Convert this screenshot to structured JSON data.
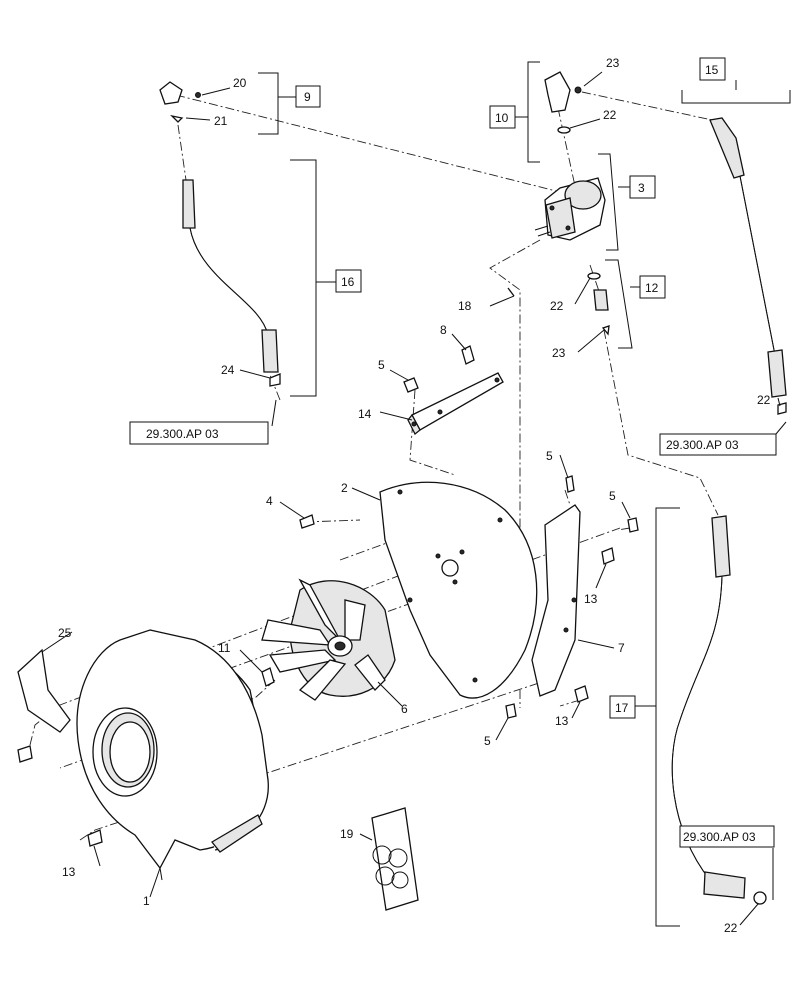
{
  "callouts": {
    "c1": "1",
    "c2": "2",
    "c3": "3",
    "c4": "4",
    "c5a": "5",
    "c5b": "5",
    "c5c": "5",
    "c5d": "5",
    "c6": "6",
    "c7": "7",
    "c8": "8",
    "c9": "9",
    "c10": "10",
    "c11": "11",
    "c12": "12",
    "c13a": "13",
    "c13b": "13",
    "c13c": "13",
    "c14": "14",
    "c15": "15",
    "c16": "16",
    "c17": "17",
    "c18": "18",
    "c19": "19",
    "c20": "20",
    "c21": "21",
    "c22a": "22",
    "c22b": "22",
    "c22c": "22",
    "c22d": "22",
    "c23a": "23",
    "c23b": "23",
    "c24": "24",
    "c25": "25"
  },
  "references": {
    "ref_left": "29.300.AP 03",
    "ref_right_upper": "29.300.AP 03",
    "ref_right_lower": "29.300.AP 03"
  }
}
